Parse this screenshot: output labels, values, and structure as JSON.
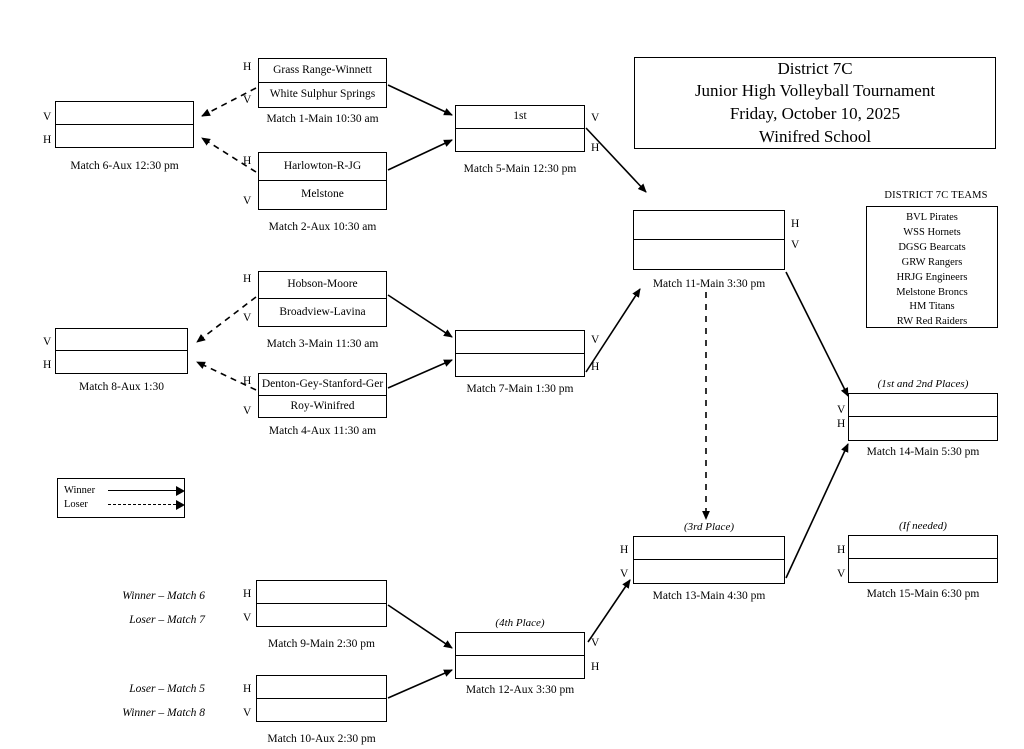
{
  "title_block": {
    "line1": "District 7C",
    "line2": "Junior High Volleyball Tournament",
    "line3": "Friday, October 10, 2025",
    "line4": "Winifred School"
  },
  "teams_block": {
    "heading": "DISTRICT 7C TEAMS",
    "teams": [
      "BVL Pirates",
      "WSS Hornets",
      "DGSG Bearcats",
      "GRW Rangers",
      "HRJG Engineers",
      "Melstone Broncs",
      "HM Titans",
      "RW Red Raiders"
    ]
  },
  "legend": {
    "winner_label": "Winner",
    "loser_label": "Loser"
  },
  "side_letters": {
    "v": "V",
    "h": "H"
  },
  "feeders": [
    {
      "text": "Winner – Match 6"
    },
    {
      "text": "Loser – Match 7"
    },
    {
      "text": "Loser – Match 5"
    },
    {
      "text": "Winner – Match 8"
    }
  ],
  "matches": [
    {
      "id": "match-1",
      "caption": "Match 1-Main 10:30 am",
      "place": "",
      "top_slot": "Grass Range-Winnett",
      "bottom_slot": "White Sulphur Springs",
      "top_letter": "H",
      "bottom_letter": "V",
      "letters_side": "left"
    },
    {
      "id": "match-2",
      "caption": "Match 2-Aux 10:30 am",
      "place": "",
      "top_slot": "Harlowton-R-JG",
      "bottom_slot": "Melstone",
      "top_letter": "H",
      "bottom_letter": "V",
      "letters_side": "left"
    },
    {
      "id": "match-3",
      "caption": "Match 3-Main 11:30 am",
      "place": "",
      "top_slot": "Hobson-Moore",
      "bottom_slot": "Broadview-Lavina",
      "top_letter": "H",
      "bottom_letter": "V",
      "letters_side": "left"
    },
    {
      "id": "match-4",
      "caption": "Match 4-Aux 11:30 am",
      "place": "",
      "top_slot": "Denton-Gey-Stanford-Ger",
      "bottom_slot": "Roy-Winifred",
      "top_letter": "H",
      "bottom_letter": "V",
      "letters_side": "left"
    },
    {
      "id": "match-5",
      "caption": "Match 5-Main 12:30 pm",
      "place": "",
      "top_slot": "1st",
      "bottom_slot": "",
      "top_letter": "V",
      "bottom_letter": "H",
      "letters_side": "right"
    },
    {
      "id": "match-6",
      "caption": "Match 6-Aux 12:30 pm",
      "place": "",
      "top_slot": "",
      "bottom_slot": "",
      "top_letter": "V",
      "bottom_letter": "H",
      "letters_side": "left"
    },
    {
      "id": "match-7",
      "caption": "Match 7-Main 1:30 pm",
      "place": "",
      "top_slot": "",
      "bottom_slot": "",
      "top_letter": "V",
      "bottom_letter": "H",
      "letters_side": "right"
    },
    {
      "id": "match-8",
      "caption": "Match 8-Aux 1:30",
      "place": "",
      "top_slot": "",
      "bottom_slot": "",
      "top_letter": "V",
      "bottom_letter": "H",
      "letters_side": "left"
    },
    {
      "id": "match-9",
      "caption": "Match 9-Main 2:30 pm",
      "place": "",
      "top_slot": "",
      "bottom_slot": "",
      "top_letter": "H",
      "bottom_letter": "V",
      "letters_side": "left"
    },
    {
      "id": "match-10",
      "caption": "Match 10-Aux 2:30 pm",
      "place": "",
      "top_slot": "",
      "bottom_slot": "",
      "top_letter": "H",
      "bottom_letter": "V",
      "letters_side": "left"
    },
    {
      "id": "match-11",
      "caption": "Match 11-Main 3:30 pm",
      "place": "",
      "top_slot": "",
      "bottom_slot": "",
      "top_letter": "H",
      "bottom_letter": "V",
      "letters_side": "right"
    },
    {
      "id": "match-12",
      "caption": "Match 12-Aux 3:30 pm",
      "place": "(4th Place)",
      "top_slot": "",
      "bottom_slot": "",
      "top_letter": "V",
      "bottom_letter": "H",
      "letters_side": "right"
    },
    {
      "id": "match-13",
      "caption": "Match 13-Main 4:30 pm",
      "place": "(3rd Place)",
      "top_slot": "",
      "bottom_slot": "",
      "top_letter": "H",
      "bottom_letter": "V",
      "letters_side": "left"
    },
    {
      "id": "match-14",
      "caption": "Match 14-Main 5:30 pm",
      "place": "(1st and 2nd Places)",
      "top_slot": "",
      "bottom_slot": "",
      "top_letter": "V",
      "bottom_letter": "H",
      "letters_side": "left"
    },
    {
      "id": "match-15",
      "caption": "Match 15-Main 6:30 pm",
      "place": "(If needed)",
      "top_slot": "",
      "bottom_slot": "",
      "top_letter": "H",
      "bottom_letter": "V",
      "letters_side": "left"
    }
  ]
}
